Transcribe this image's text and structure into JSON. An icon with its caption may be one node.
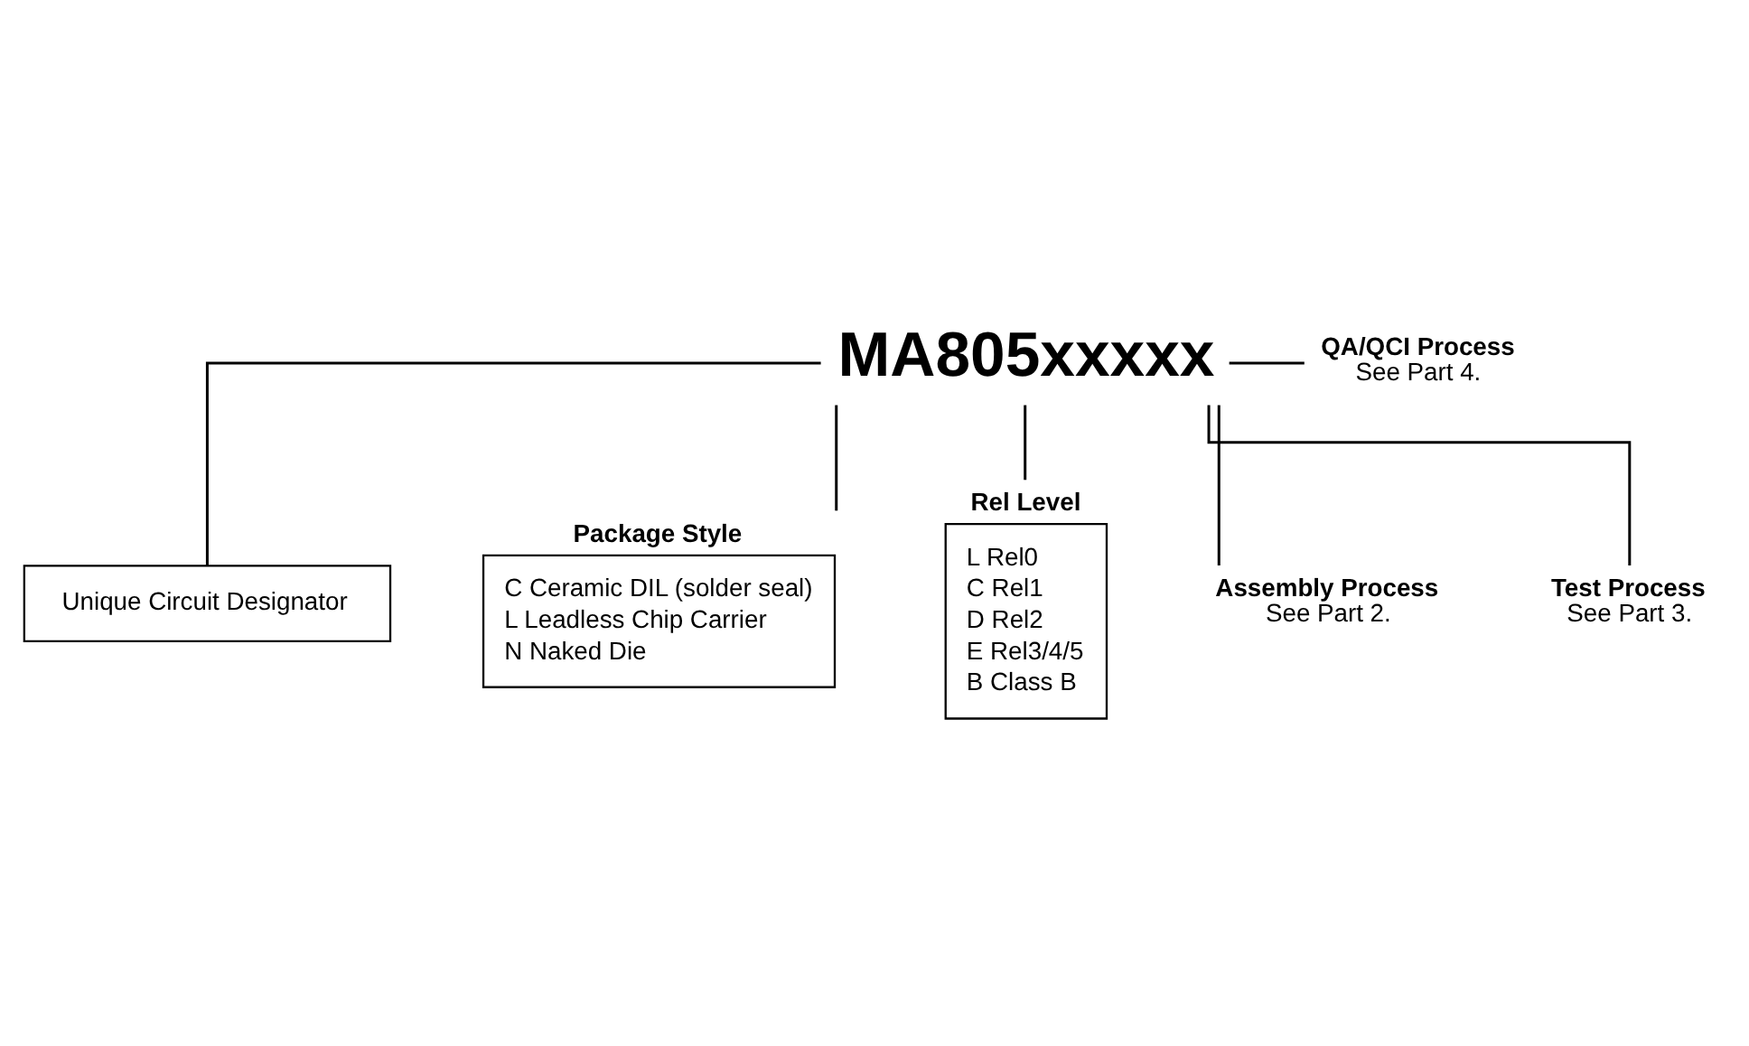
{
  "diagram": {
    "nodes": [
      {
        "text": [
          "MA805xxxxx"
        ]
      },
      {
        "text": [
          "Unique Circuit Designator"
        ]
      },
      {
        "text": [
          "Package Style",
          "C Ceramic DIL (solder seal)",
          "L Leadless Chip Carrier",
          "N Naked Die"
        ]
      },
      {
        "text": [
          "Rel Level",
          "L Rel0",
          "C Rel1",
          "D Rel2",
          "E Rel3/4/5",
          "B Class B"
        ]
      },
      {
        "text": [
          "Assembly Process",
          "See Part 2."
        ]
      },
      {
        "text": [
          "Test Process",
          "See Part 3."
        ]
      },
      {
        "text": [
          "QA/QCI Process",
          "See Part 4."
        ]
      }
    ],
    "edges": [
      {
        "from": 0,
        "to": 1,
        "arrow": "none"
      },
      {
        "from": 0,
        "to": 2,
        "arrow": "none"
      },
      {
        "from": 0,
        "to": 3,
        "arrow": "none"
      },
      {
        "from": 0,
        "to": 4,
        "arrow": "none"
      },
      {
        "from": 0,
        "to": 5,
        "arrow": "none"
      },
      {
        "from": 0,
        "to": 6,
        "arrow": "none"
      }
    ]
  }
}
